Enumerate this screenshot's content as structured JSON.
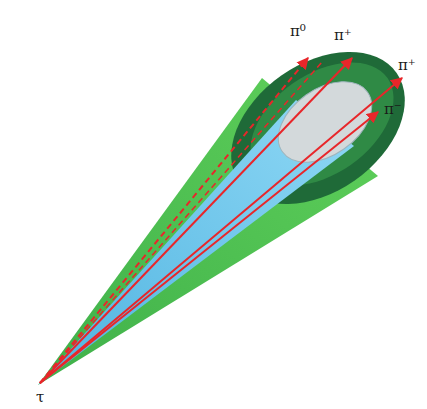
{
  "diagram": {
    "labels": [
      "π⁰",
      "π⁺",
      "π⁺",
      "π⁻",
      "τ"
    ]
  }
}
